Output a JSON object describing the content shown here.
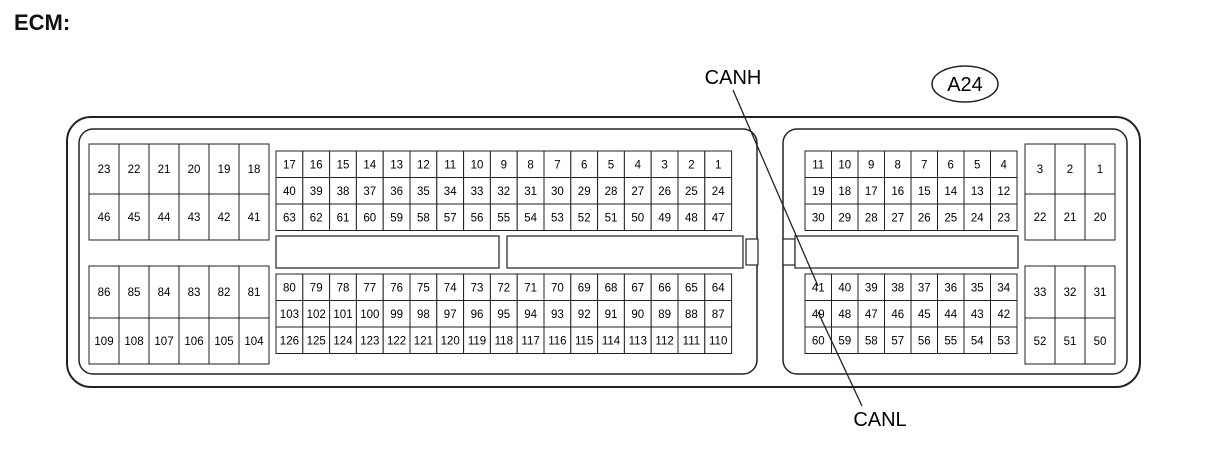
{
  "title": "ECM:",
  "connector_code": "A24",
  "callouts": {
    "canh": "CANH",
    "canl": "CANL"
  },
  "left_half": {
    "top_left_block": [
      [
        23,
        22,
        21,
        20,
        19,
        18
      ],
      [
        46,
        45,
        44,
        43,
        42,
        41
      ]
    ],
    "top_main_block": [
      [
        17,
        16,
        15,
        14,
        13,
        12,
        11,
        10,
        9,
        8,
        7,
        6,
        5,
        4,
        3,
        2,
        1
      ],
      [
        40,
        39,
        38,
        37,
        36,
        35,
        34,
        33,
        32,
        31,
        30,
        29,
        28,
        27,
        26,
        25,
        24
      ],
      [
        63,
        62,
        61,
        60,
        59,
        58,
        57,
        56,
        55,
        54,
        53,
        52,
        51,
        50,
        49,
        48,
        47
      ]
    ],
    "bottom_left_block": [
      [
        86,
        85,
        84,
        83,
        82,
        81
      ],
      [
        109,
        108,
        107,
        106,
        105,
        104
      ]
    ],
    "bottom_main_block": [
      [
        80,
        79,
        78,
        77,
        76,
        75,
        74,
        73,
        72,
        71,
        70,
        69,
        68,
        67,
        66,
        65,
        64
      ],
      [
        103,
        102,
        101,
        100,
        99,
        98,
        97,
        96,
        95,
        94,
        93,
        92,
        91,
        90,
        89,
        88,
        87
      ],
      [
        126,
        125,
        124,
        123,
        122,
        121,
        120,
        119,
        118,
        117,
        116,
        115,
        114,
        113,
        112,
        111,
        110
      ]
    ]
  },
  "right_half": {
    "top_main_block": [
      [
        11,
        10,
        9,
        8,
        7,
        6,
        5,
        4
      ],
      [
        19,
        18,
        17,
        16,
        15,
        14,
        13,
        12
      ],
      [
        30,
        29,
        28,
        27,
        26,
        25,
        24,
        23
      ]
    ],
    "top_right_block": [
      [
        3,
        2,
        1
      ],
      [
        22,
        21,
        20
      ]
    ],
    "bottom_main_block": [
      [
        41,
        40,
        39,
        38,
        37,
        36,
        35,
        34
      ],
      [
        49,
        48,
        47,
        46,
        45,
        44,
        43,
        42
      ],
      [
        60,
        59,
        58,
        57,
        56,
        55,
        54,
        53
      ]
    ],
    "bottom_right_block": [
      [
        33,
        32,
        31
      ],
      [
        52,
        51,
        50
      ]
    ]
  }
}
